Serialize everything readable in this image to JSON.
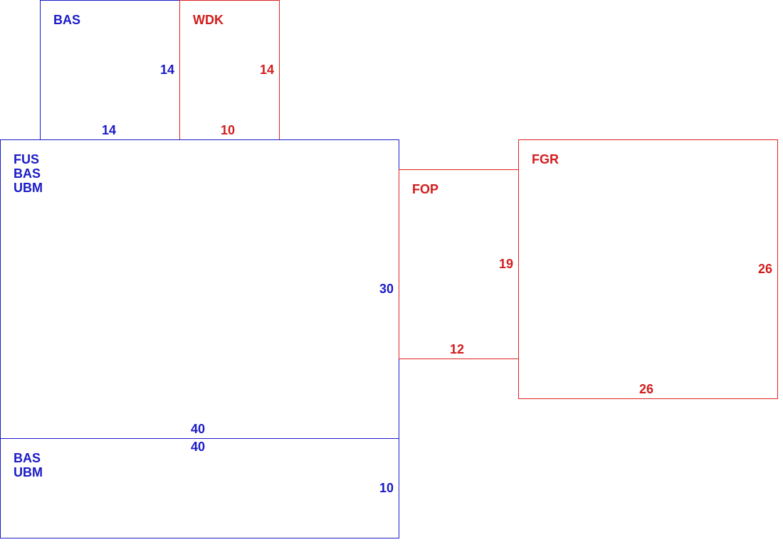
{
  "colors": {
    "blue": "#1a1ac8",
    "red": "#d21c1c"
  },
  "rooms": {
    "bas_top": {
      "name": "BAS",
      "side_dim": "14",
      "bottom_dim": "14"
    },
    "wdk": {
      "name": "WDK",
      "side_dim": "14",
      "bottom_dim": "10"
    },
    "main": {
      "names": [
        "FUS",
        "BAS",
        "UBM"
      ],
      "side_dim": "30",
      "bottom_dim": "40"
    },
    "lower": {
      "names": [
        "BAS",
        "UBM"
      ],
      "top_dim": "40",
      "side_dim": "10"
    },
    "fop": {
      "name": "FOP",
      "side_dim": "19",
      "bottom_dim": "12"
    },
    "fgr": {
      "name": "FGR",
      "side_dim": "26",
      "bottom_dim": "26"
    }
  }
}
